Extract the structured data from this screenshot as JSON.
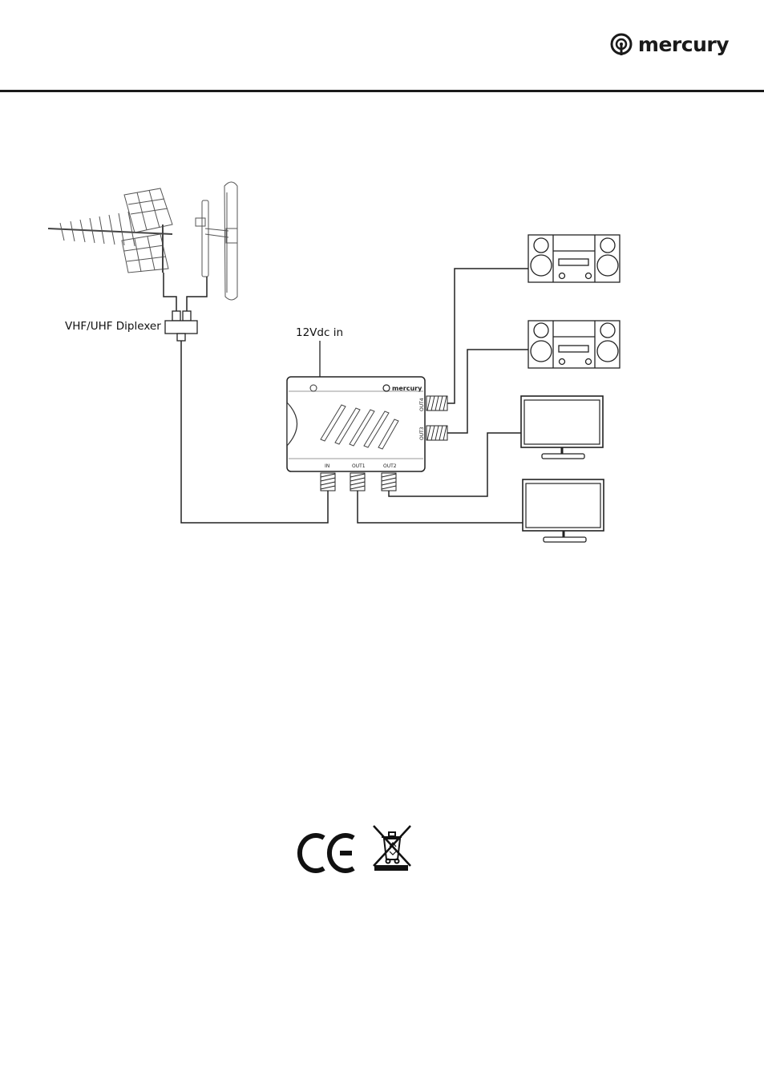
{
  "header": {
    "brand": "mercury"
  },
  "diagram": {
    "diplexer_label": "VHF/UHF Diplexer",
    "power_label": "12Vdc in",
    "amplifier": {
      "brand": "mercury",
      "ports": {
        "in": "IN",
        "out1": "OUT1",
        "out2": "OUT2",
        "out3": "OUT3",
        "out4": "OUT4"
      }
    }
  },
  "icons": [
    "uhf-antenna-icon",
    "vhf-antenna-icon",
    "diplexer-icon",
    "amplifier-icon",
    "hifi-stereo-icon",
    "tv-monitor-icon",
    "ce-mark-icon",
    "weee-bin-icon",
    "mercury-logo-icon"
  ]
}
